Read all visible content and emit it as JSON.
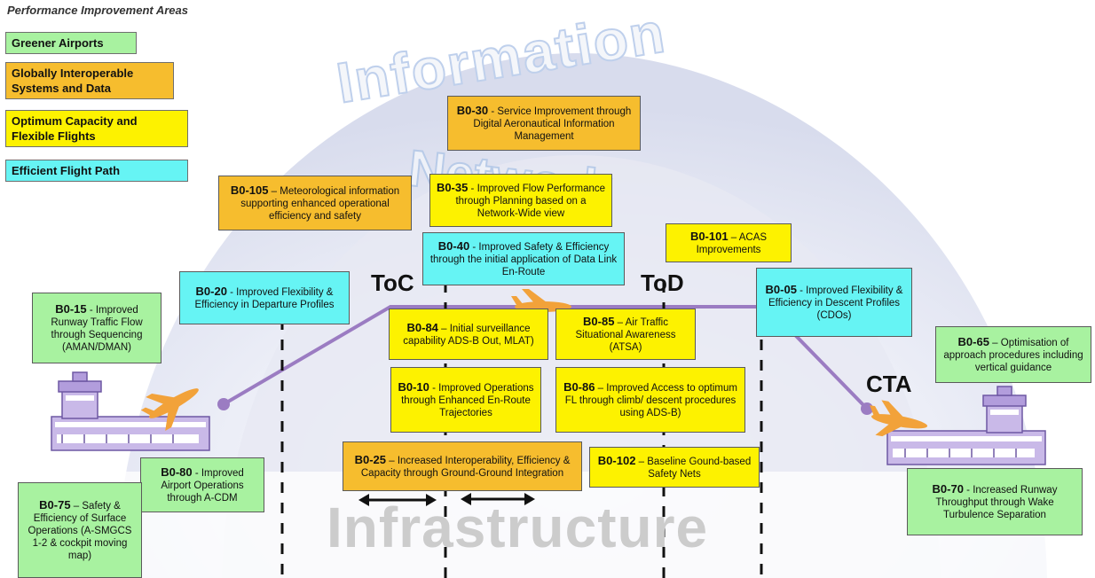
{
  "legend": {
    "title": "Performance Improvement Areas",
    "items": [
      {
        "label": "Greener Airports",
        "color": "#a8f2a0"
      },
      {
        "label": "Globally Interoperable Systems and Data",
        "color": "#f6bd2e"
      },
      {
        "label": "Optimum Capacity and Flexible Flights",
        "color": "#fdf200"
      },
      {
        "label": "Efficient Flight Path",
        "color": "#66f4f4"
      }
    ]
  },
  "background": {
    "top_word": "Information",
    "middle_word": "Network",
    "bottom_word": "Infrastructure"
  },
  "phases": {
    "toc": "ToC",
    "tod": "ToD",
    "cta": "CTA"
  },
  "modules": {
    "b0_30": {
      "code": "B0-30",
      "sep": " - ",
      "text": "Service Improvement through Digital Aeronautical Information Management"
    },
    "b0_105": {
      "code": "B0-105",
      "sep": " – ",
      "text": "Meteorological information supporting enhanced operational efficiency and safety"
    },
    "b0_35": {
      "code": "B0-35",
      "sep": " - ",
      "text": "Improved Flow Performance through Planning based on a Network-Wide view"
    },
    "b0_40": {
      "code": "B0-40",
      "sep": " - ",
      "text": "Improved Safety & Efficiency through the initial application of Data Link En-Route"
    },
    "b0_101": {
      "code": "B0-101",
      "sep": " – ",
      "text": "ACAS Improvements"
    },
    "b0_20": {
      "code": "B0-20",
      "sep": " - ",
      "text": "Improved Flexibility & Efficiency in Departure Profiles"
    },
    "b0_05": {
      "code": "B0-05",
      "sep": " - ",
      "text": "Improved Flexibility & Efficiency in Descent Profiles (CDOs)"
    },
    "b0_15": {
      "code": "B0-15",
      "sep": " - ",
      "text": "Improved Runway Traffic Flow through Sequencing (AMAN/DMAN)"
    },
    "b0_84": {
      "code": "B0-84",
      "sep": " – ",
      "text": "Initial surveillance capability ADS-B Out, MLAT)"
    },
    "b0_85": {
      "code": "B0-85",
      "sep": " – ",
      "text": "Air Traffic Situational Awareness (ATSA)"
    },
    "b0_65": {
      "code": "B0-65",
      "sep": " – ",
      "text": "Optimisation of approach procedures including vertical guidance"
    },
    "b0_10": {
      "code": "B0-10",
      "sep": " - ",
      "text": "Improved Operations through Enhanced En-Route Trajectories"
    },
    "b0_86": {
      "code": "B0-86",
      "sep": " – ",
      "text": "Improved Access to optimum FL through climb/ descent procedures using ADS-B)"
    },
    "b0_25": {
      "code": "B0-25",
      "sep": " – ",
      "text": "Increased Interoperability, Efficiency & Capacity through Ground-Ground Integration"
    },
    "b0_102": {
      "code": "B0-102",
      "sep": " – ",
      "text": "Baseline Gound-based Safety Nets"
    },
    "b0_80": {
      "code": "B0-80",
      "sep": " - ",
      "text": "Improved Airport Operations through A-CDM"
    },
    "b0_75": {
      "code": "B0-75",
      "sep": " – ",
      "text": "Safety & Efficiency of Surface Operations (A-SMGCS 1-2 & cockpit moving map)"
    },
    "b0_70": {
      "code": "B0-70",
      "sep": " - ",
      "text": "Increased Runway Throughput through Wake Turbulence Separation"
    }
  }
}
